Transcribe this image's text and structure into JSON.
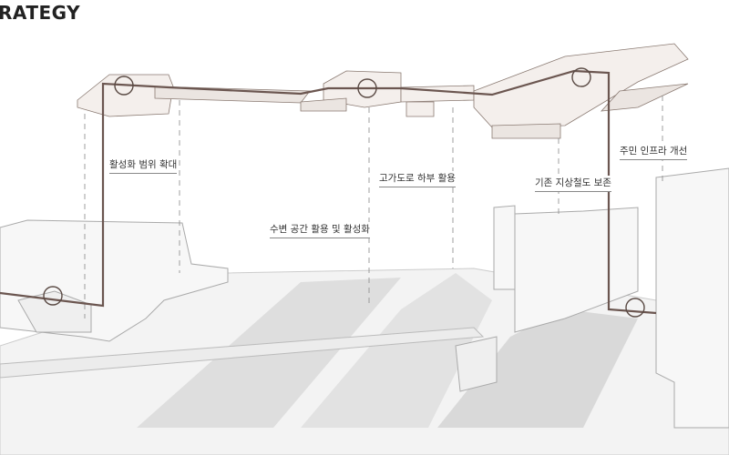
{
  "title": "RATEGY",
  "labels": {
    "expand": "활성화 범위 확대",
    "underpass": "고가도로 하부 활용",
    "waterfront": "수변 공간 활용 및 활성화",
    "railway": "기존 지상철도 보존",
    "infra": "주민 인프라 개선"
  },
  "colors": {
    "route": "#6b5650",
    "ground": "#e4e4e4",
    "building": "#f6f6f6",
    "edge": "#999999"
  }
}
